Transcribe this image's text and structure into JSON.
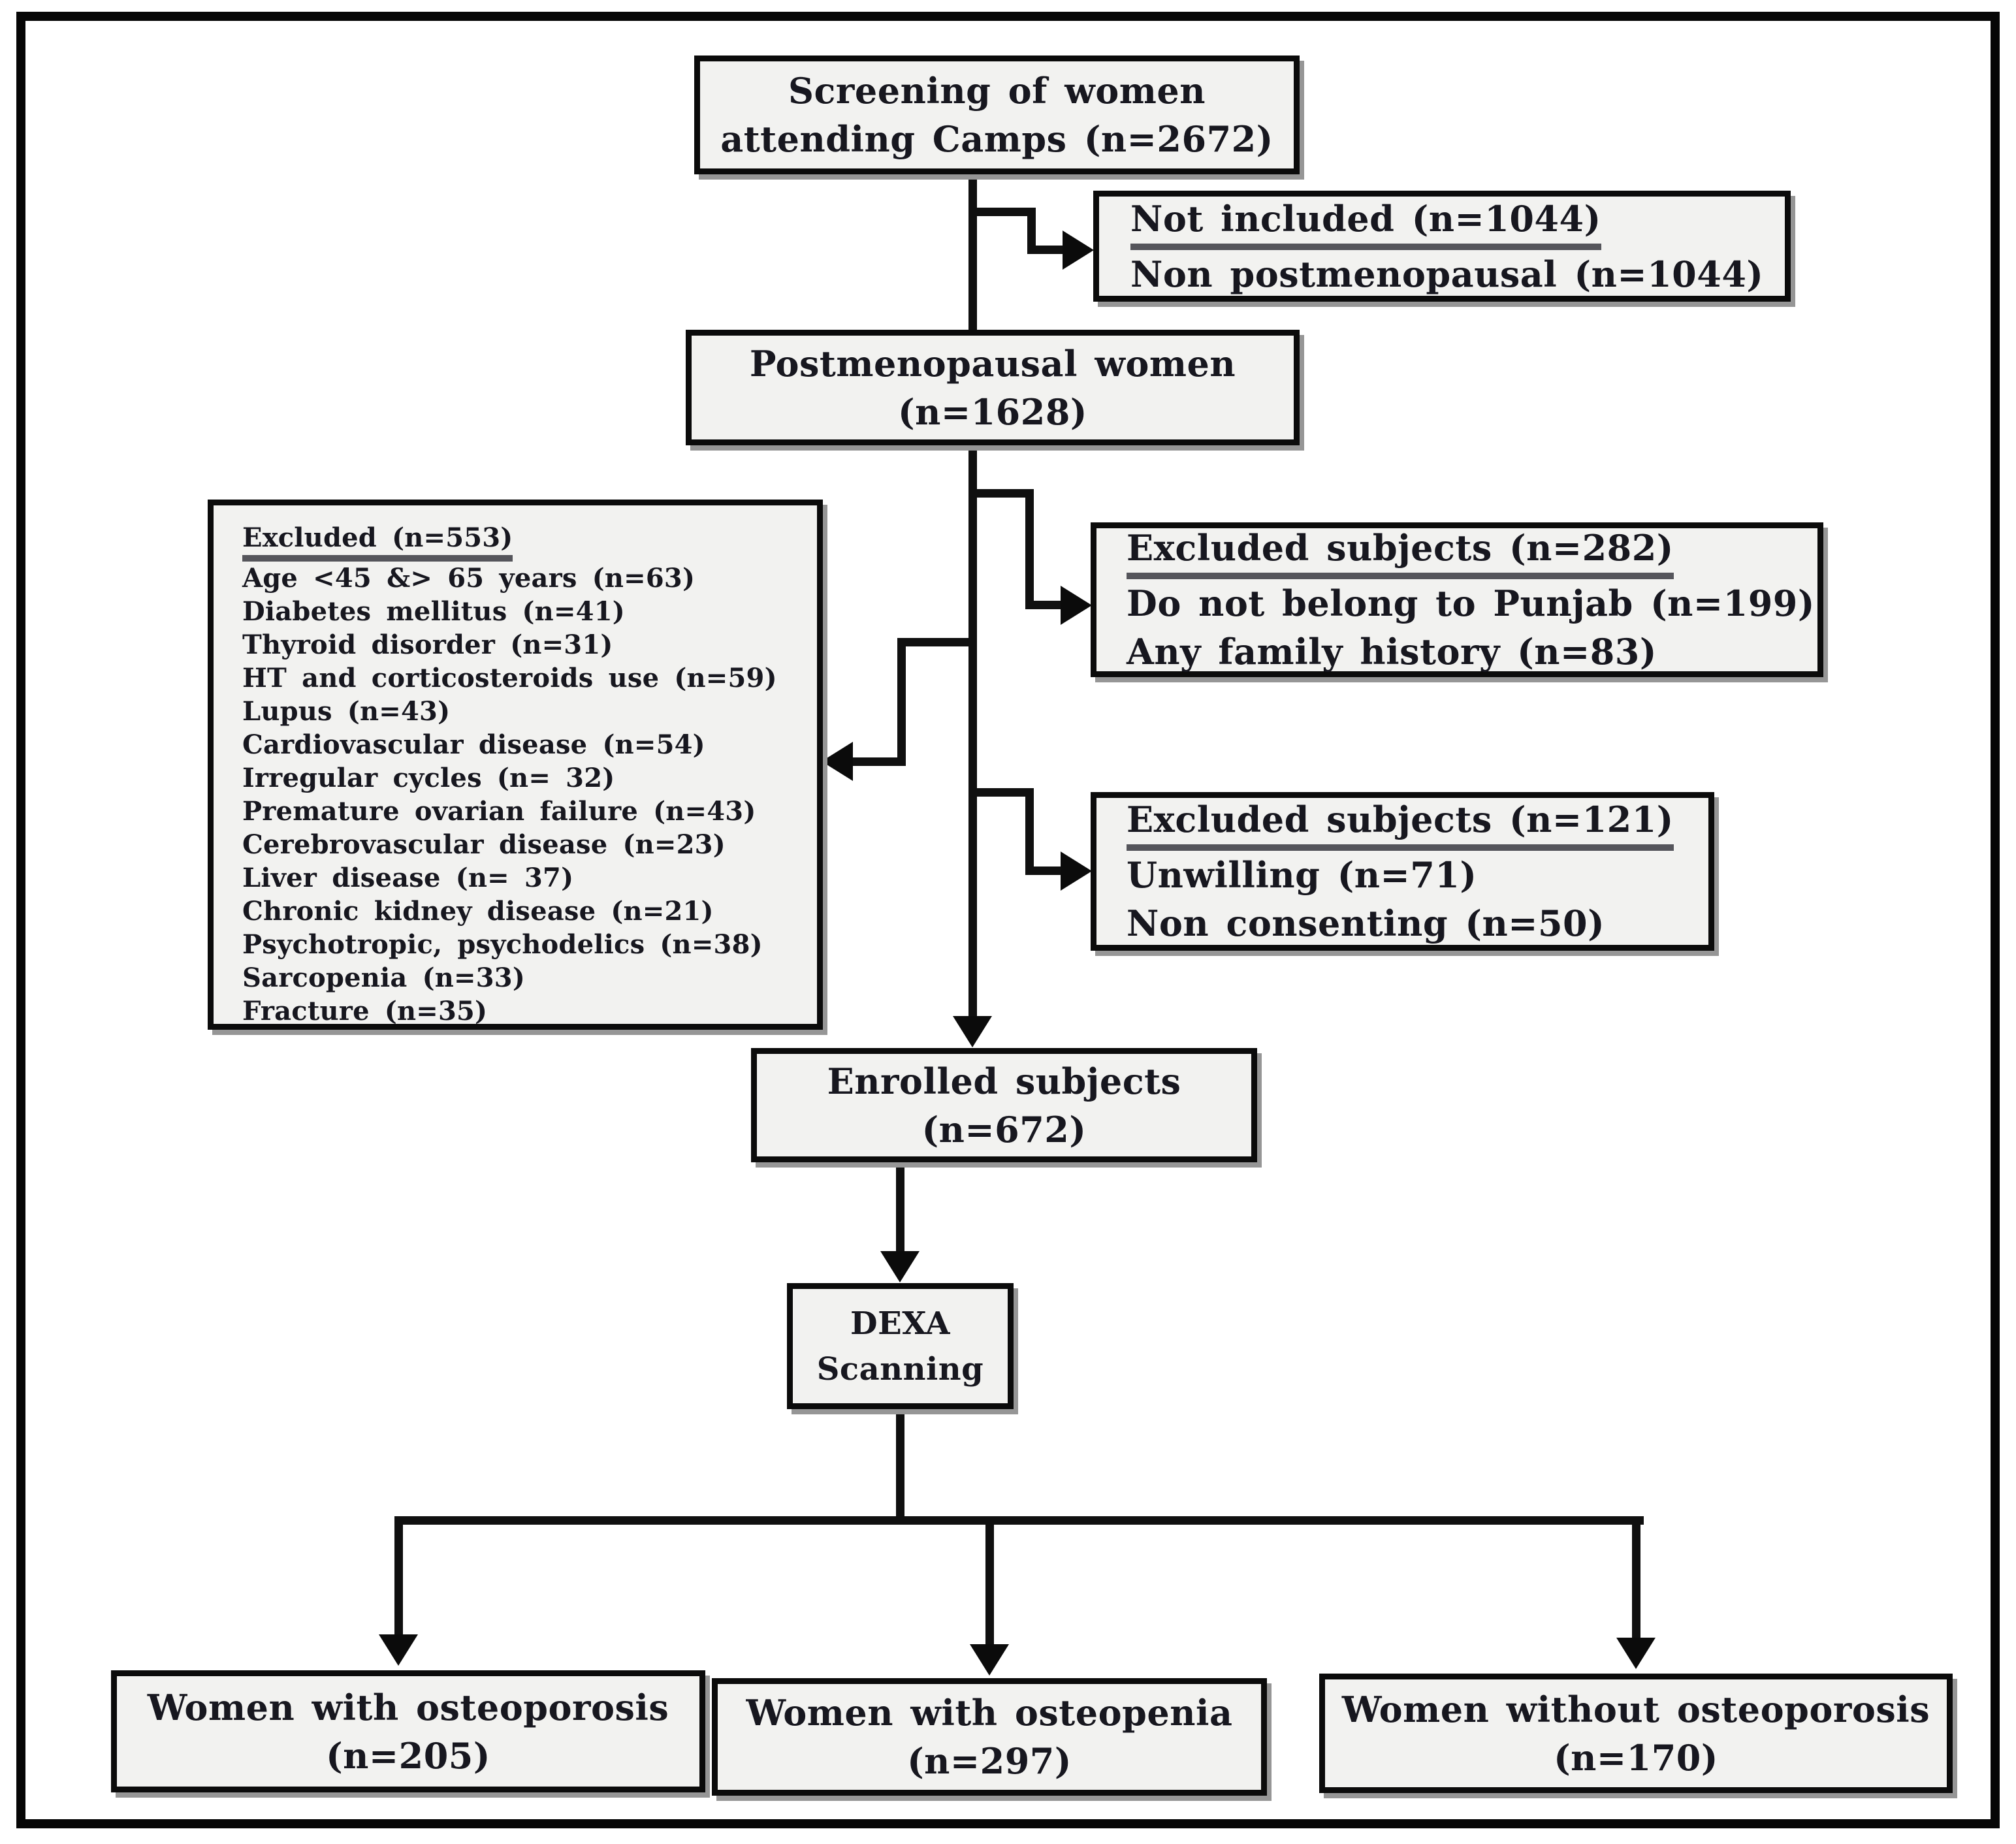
{
  "diagram": {
    "title": "Study enrollment flowchart",
    "colors": {
      "box_fill": "#f2f2f0",
      "box_border": "#0b0b0b",
      "line": "#101010",
      "shadow": "#969696",
      "text": "#17171f"
    },
    "boxes": {
      "screening": {
        "line1": "Screening of women",
        "line2": "attending Camps (n=2672)"
      },
      "not_included": {
        "title": "Not included (n=1044)",
        "line1": "Non postmenopausal (n=1044)"
      },
      "postmenopausal": {
        "line1": "Postmenopausal women",
        "line2": "(n=1628)"
      },
      "excluded_main": {
        "title": "Excluded (n=553)",
        "items": [
          "Age <45 &> 65 years (n=63)",
          "Diabetes mellitus (n=41)",
          "Thyroid disorder (n=31)",
          "HT and corticosteroids use (n=59)",
          "Lupus (n=43)",
          "Cardiovascular disease (n=54)",
          "Irregular cycles (n= 32)",
          "Premature ovarian failure (n=43)",
          "Cerebrovascular disease (n=23)",
          "Liver disease (n= 37)",
          "Chronic kidney disease (n=21)",
          "Psychotropic, psychodelics (n=38)",
          "Sarcopenia (n=33)",
          "Fracture (n=35)"
        ]
      },
      "excluded_282": {
        "title": "Excluded subjects (n=282)",
        "line1": "Do not belong to Punjab (n=199)",
        "line2": "Any family history (n=83)"
      },
      "excluded_121": {
        "title": "Excluded subjects (n=121)",
        "line1": "Unwilling (n=71)",
        "line2": "Non consenting (n=50)"
      },
      "enrolled": {
        "line1": "Enrolled subjects",
        "line2": "(n=672)"
      },
      "dexa": {
        "line1": "DEXA",
        "line2": "Scanning"
      },
      "osteoporosis": {
        "line1": "Women with osteoporosis",
        "line2": "(n=205)"
      },
      "osteopenia": {
        "line1": "Women with osteopenia",
        "line2": "(n=297)"
      },
      "without_osteoporosis": {
        "line1": "Women without osteoporosis",
        "line2": "(n=170)"
      }
    }
  }
}
